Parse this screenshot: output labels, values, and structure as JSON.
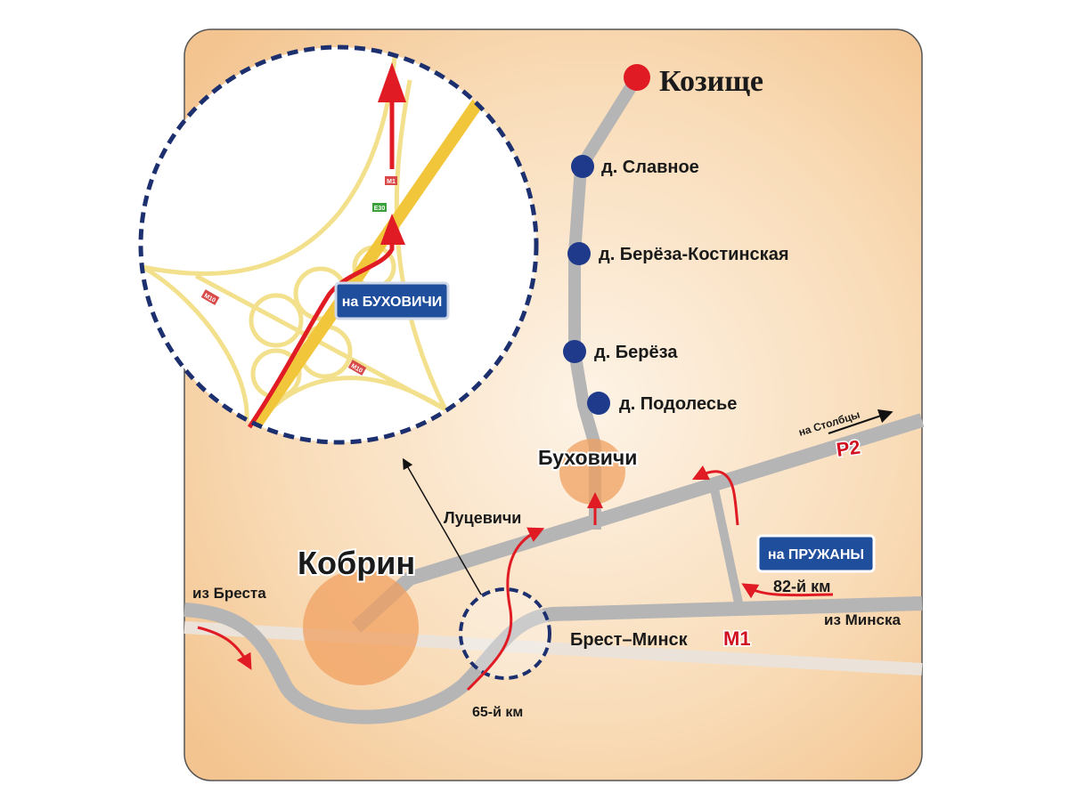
{
  "destination": "Козище",
  "villages": [
    "д. Славное",
    "д. Берёза-Костинская",
    "д. Берёза",
    "д. Подолесье"
  ],
  "towns": {
    "buhovichi": "Буховичи",
    "kobrin": "Кобрин",
    "lucevichi": "Луцевичи"
  },
  "directions": {
    "from_brest": "из Бреста",
    "from_minsk": "из Минска",
    "to_stolbcy": "на Столбцы"
  },
  "roads": {
    "m1_name": "Брест–Минск",
    "m1_code": "M1",
    "r2_code": "P2",
    "km65": "65-й км",
    "km82": "82-й км"
  },
  "signs": {
    "pruzhany": "на ПРУЖАНЫ",
    "buhovichi": "на БУХОВИЧИ"
  },
  "inset_codes": {
    "m1": "M1",
    "e30": "E30",
    "m10": "M10"
  },
  "colors": {
    "road": "#b5b5b5",
    "route": "#e01b24",
    "marker": "#1f3a8a",
    "sign": "#1f4e9c",
    "town": "#f0a060"
  }
}
